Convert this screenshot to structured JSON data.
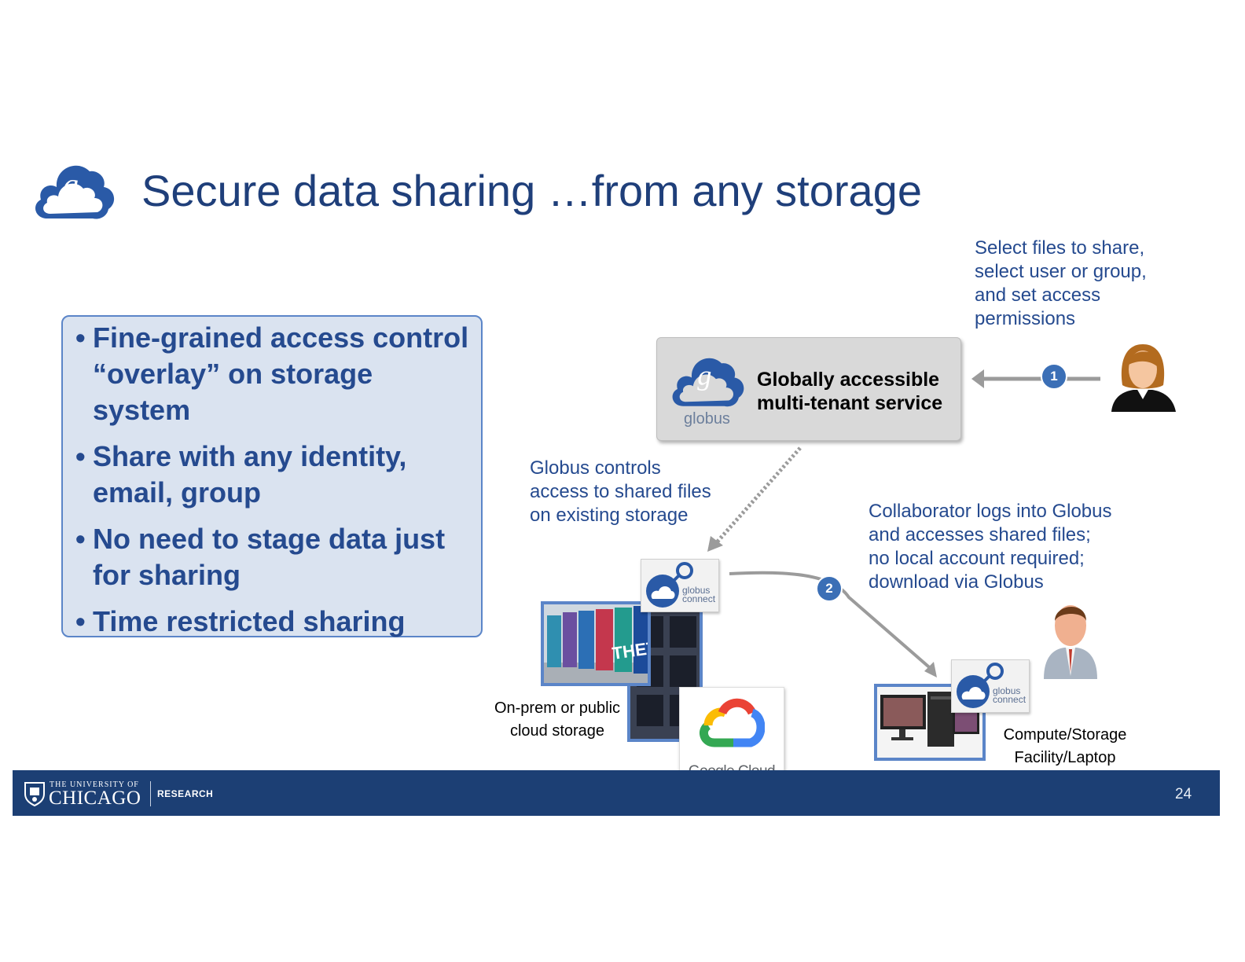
{
  "slide": {
    "title": "Secure data sharing …from any storage",
    "page_number": "24"
  },
  "bullets": [
    "Fine-grained access control “overlay” on storage system",
    "Share with any identity, email, group",
    "No need to stage data just for sharing",
    "Time restricted sharing"
  ],
  "bullet_symbol": "•",
  "service": {
    "line1": "Globally accessible",
    "line2": "multi-tenant service",
    "logo_word": "globus"
  },
  "annotations": {
    "select_files": [
      "Select files to share,",
      "select user or group,",
      "and set access",
      "permissions"
    ],
    "globus_controls": [
      "Globus controls",
      "access to shared files",
      "on existing storage"
    ],
    "collaborator": [
      "Collaborator logs into Globus",
      "and accesses shared files;",
      "no local account required;",
      "download via Globus"
    ],
    "onprem": [
      "On-prem or public",
      "cloud storage"
    ],
    "compute": [
      "Compute/Storage",
      "Facility/Laptop"
    ]
  },
  "steps": {
    "step1": "1",
    "step2": "2"
  },
  "globus_connect": {
    "word1": "globus",
    "word2": "connect"
  },
  "theta_sign": "THETA",
  "google_cloud": "Google Cloud",
  "footer": {
    "university_small": "THE UNIVERSITY OF",
    "university_big": "CHICAGO",
    "department": "RESEARCH"
  },
  "colors": {
    "title_blue": "#1f3f7a",
    "text_blue": "#254a8f",
    "box_fill": "#dae3f0",
    "box_border": "#5b85c8",
    "footer": "#1c3f74",
    "step_circle": "#3b6fb6"
  }
}
